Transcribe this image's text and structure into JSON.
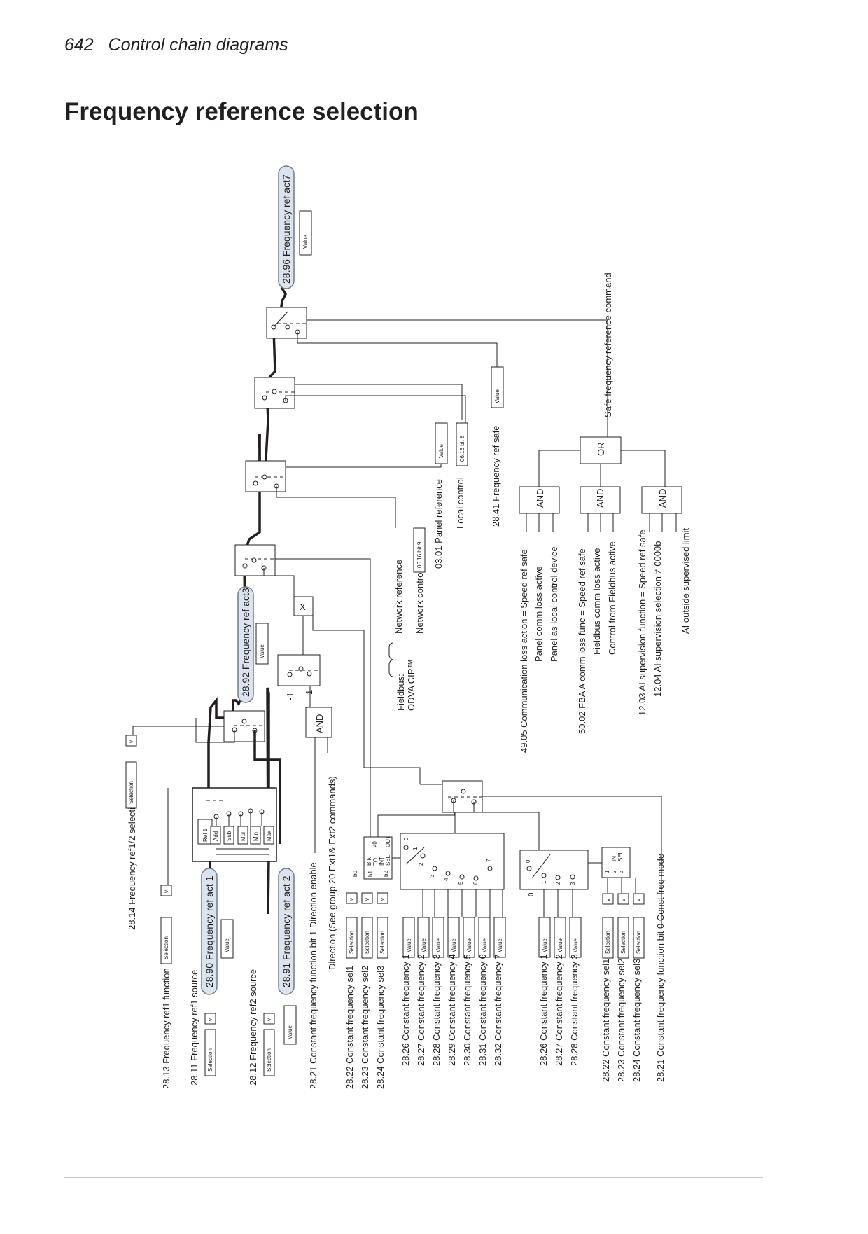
{
  "header": {
    "page_number": "642",
    "section": "Control chain diagrams",
    "title": "Frequency reference selection"
  },
  "diagram": {
    "params": {
      "p2896": "28.96 Frequency ref act7",
      "p2892": "28.92 Frequency ref act3",
      "p2890": "28.90 Frequency ref act 1",
      "p2891": "28.91 Frequency ref act 2",
      "p2813": "28.13 Frequency ref1 function",
      "p2814": "28.14 Frequency ref1/2 selection",
      "p2811": "28.11 Frequency ref1 source",
      "p2812": "28.12 Frequency ref2 source",
      "p2821_b1": "28.21 Constant frequency function bit 1  Direction enable",
      "direction": "Direction (See group 20 Ext1& Ext2 commands)",
      "p2822": "28.22 Constant frequency sel1",
      "p2823": "28.23 Constant frequency sel2",
      "p2824": "28.24 Constant frequency sel3",
      "cf1": "28.26 Constant frequency 1",
      "cf2": "28.27 Constant frequency 2",
      "cf3": "28.28 Constant frequency 3",
      "cf4": "28.29 Constant frequency 4",
      "cf5": "28.30 Constant frequency 5",
      "cf6": "28.31 Constant frequency 6",
      "cf7": "28.32 Constant frequency 7",
      "p2821_b0": "28.21 Constant frequency function bit 0  Const freq mode",
      "fieldbus": "Fieldbus:",
      "odva": "ODVA CIP™",
      "net_ref": "Network reference",
      "net_ctrl": "Network control",
      "p0301": "03.01 Panel reference",
      "local": "Local control",
      "p2841": "28.41 Frequency ref safe",
      "safe_cmd": "Safe frequency reference command",
      "p4905": "49.05 Communication loss action = Speed ref safe",
      "panel_loss": "Panel comm loss active",
      "panel_local": "Panel as local control device",
      "p5002": "50.02 FBA A comm loss func = Speed ref safe",
      "fb_loss": "Fieldbus comm loss active",
      "fb_ctrl": "Control from Fieldbus active",
      "p1203": "12.03 AI supervision function = Speed ref safe",
      "p1204": "12.04 AI supervision selection ≠ 0000b",
      "ai_out": "AI outside supervised limit"
    },
    "small": {
      "value": "Value",
      "selection": "Selection",
      "sel_icon": "v",
      "bit9": "06.16 bit 9",
      "bit8": "06.16 bit 8",
      "and": "AND",
      "or": "OR",
      "mul": "X",
      "neg1": "-1",
      "one": "1",
      "zero": "0",
      "two": "2",
      "three": "3",
      "four": "4",
      "five": "5",
      "six": "6",
      "seven": "7",
      "b0": "b0",
      "b1": "b1",
      "b2": "b2",
      "bin": "BIN",
      "to": "TO",
      "int": "INT",
      "sel": "SEL",
      "out": "OUT",
      "ne0": "≠0",
      "ref1": "Ref 1",
      "add": "Add",
      "sub": "Sub",
      "mulf": "Mul",
      "min": "Min",
      "max": "Max"
    }
  }
}
